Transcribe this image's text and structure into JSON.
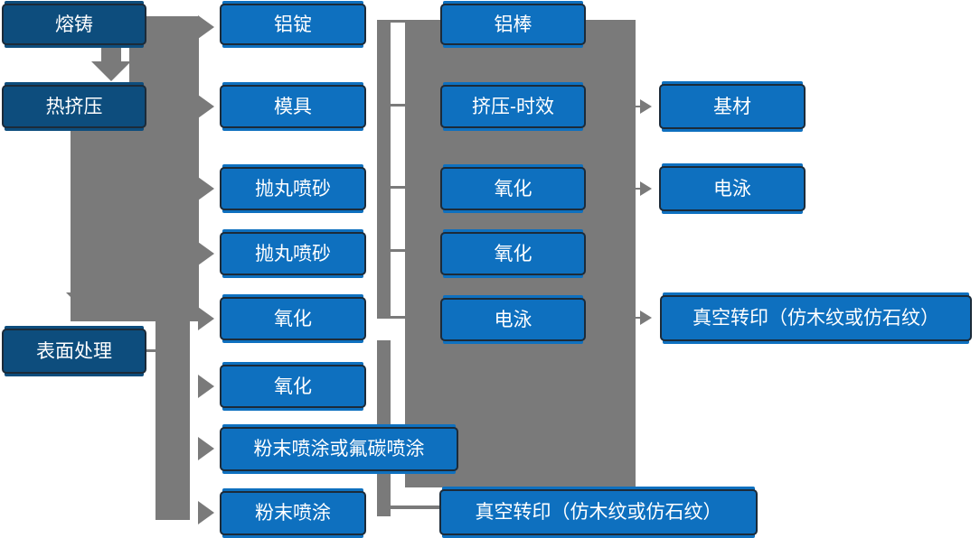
{
  "colors": {
    "process_fill": "#0e70bf",
    "stage_fill": "#0d4d7d",
    "box_border": "#1c2b39",
    "connector_gray": "#7a7a7a",
    "text": "#ffffff",
    "background": "#ffffff"
  },
  "stages": [
    "熔铸",
    "热挤压",
    "表面处理"
  ],
  "col2": [
    "铝锭",
    "模具",
    "抛丸喷砂",
    "抛丸喷砂",
    "氧化",
    "氧化",
    "粉末喷涂或氟碳喷涂",
    "粉末喷涂"
  ],
  "col3": [
    "铝棒",
    "挤压-时效",
    "氧化",
    "氧化",
    "电泳",
    "真空转印（仿木纹或仿石纹）"
  ],
  "col4": [
    "基材",
    "电泳",
    "真空转印（仿木纹或仿石纹）"
  ]
}
